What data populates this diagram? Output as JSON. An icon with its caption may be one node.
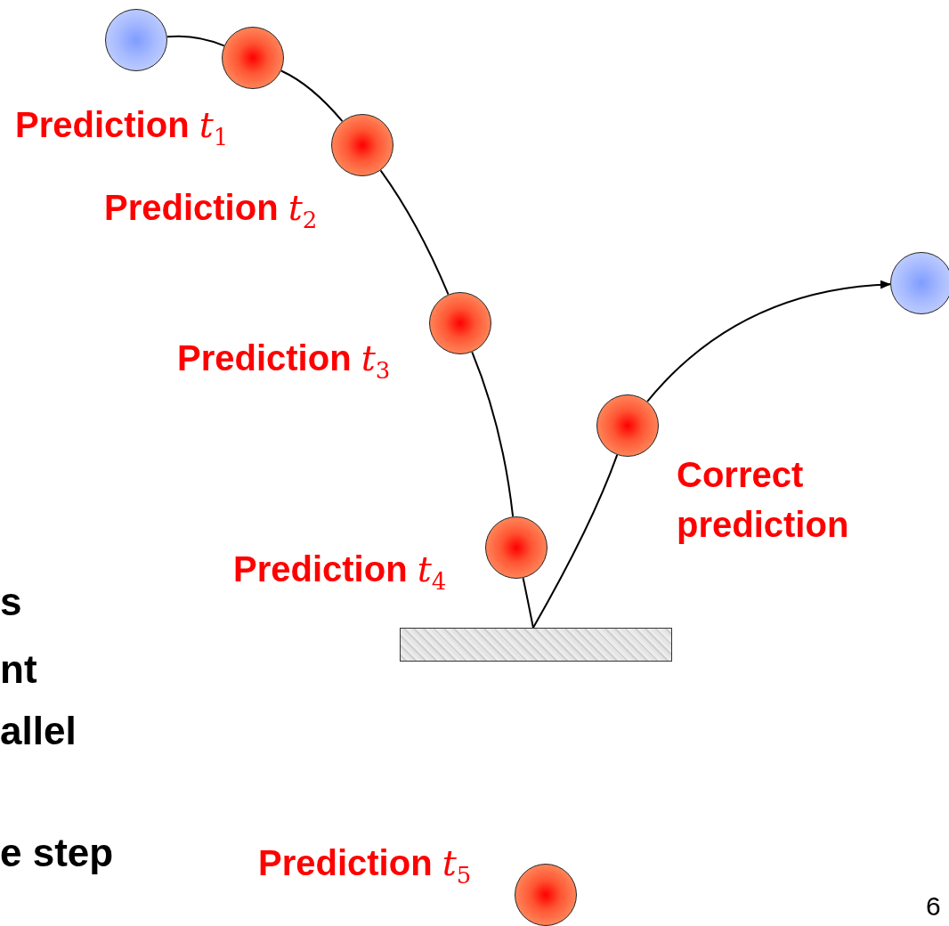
{
  "diagram": {
    "nodes": [
      {
        "text": [],
        "shape": "circle"
      },
      {
        "text": [],
        "shape": "circle",
        "beside": [
          "Prediction *t*$_{1}$"
        ]
      },
      {
        "text": [],
        "shape": "circle",
        "beside": [
          "Prediction *t*$_{2}$"
        ]
      },
      {
        "text": [],
        "shape": "circle",
        "beside": [
          "Prediction *t*$_{3}$"
        ]
      },
      {
        "text": [],
        "shape": "circle",
        "beside": [
          "Prediction *t*$_{4}$"
        ]
      },
      {
        "text": [],
        "shape": "bar"
      },
      {
        "text": [],
        "shape": "circle",
        "beside": [
          "Correct prediction"
        ]
      },
      {
        "text": [],
        "shape": "circle"
      },
      {
        "text": [],
        "shape": "circle",
        "beside": [
          "Prediction *t*$_{5}$"
        ]
      }
    ],
    "edges": [
      {
        "from": 0,
        "to": 1,
        "arrow": "none"
      },
      {
        "from": 1,
        "to": 2,
        "arrow": "none"
      },
      {
        "from": 2,
        "to": 3,
        "arrow": "none"
      },
      {
        "from": 3,
        "to": 4,
        "arrow": "none"
      },
      {
        "from": 4,
        "to": 5,
        "arrow": "none"
      },
      {
        "from": 5,
        "to": 6,
        "arrow": "none"
      },
      {
        "from": 6,
        "to": 7,
        "arrow": "to"
      }
    ],
    "labels": [
      "s",
      "nt",
      "allel",
      "e step",
      "6"
    ]
  }
}
